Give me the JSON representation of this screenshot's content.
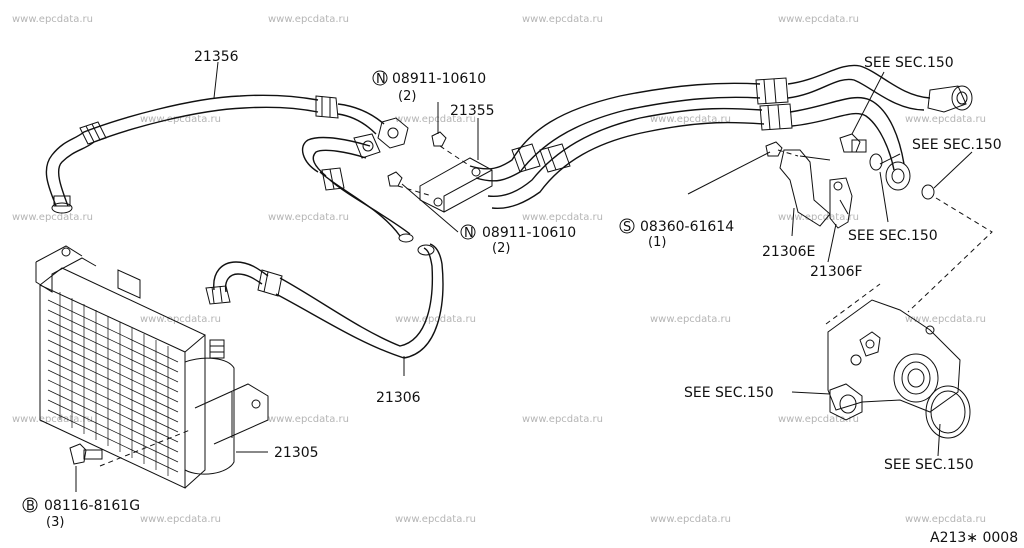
{
  "watermark": "www.epcdata.ru",
  "diagram_code": "A213∗ 0008",
  "part_numbers": {
    "hose_upper": "21356",
    "bracket": "21355",
    "hose_lower": "21306",
    "cooler": "21305",
    "clip_e": "21306E",
    "clip_f": "21306F"
  },
  "fasteners": {
    "nut_top": {
      "symbol": "N",
      "number": "08911-10610",
      "qty": "(2)"
    },
    "nut_mid": {
      "symbol": "N",
      "number": "08911-10610",
      "qty": "(2)"
    },
    "screw": {
      "symbol": "S",
      "number": "08360-61614",
      "qty": "(1)"
    },
    "bolt": {
      "symbol": "B",
      "number": "08116-8161G",
      "qty": "(3)"
    }
  },
  "section_refs": {
    "ref_1": "SEE SEC.150",
    "ref_2": "SEE SEC.150",
    "ref_3": "SEE SEC.150",
    "ref_4": "SEE SEC.150",
    "ref_5": "SEE SEC.150"
  }
}
